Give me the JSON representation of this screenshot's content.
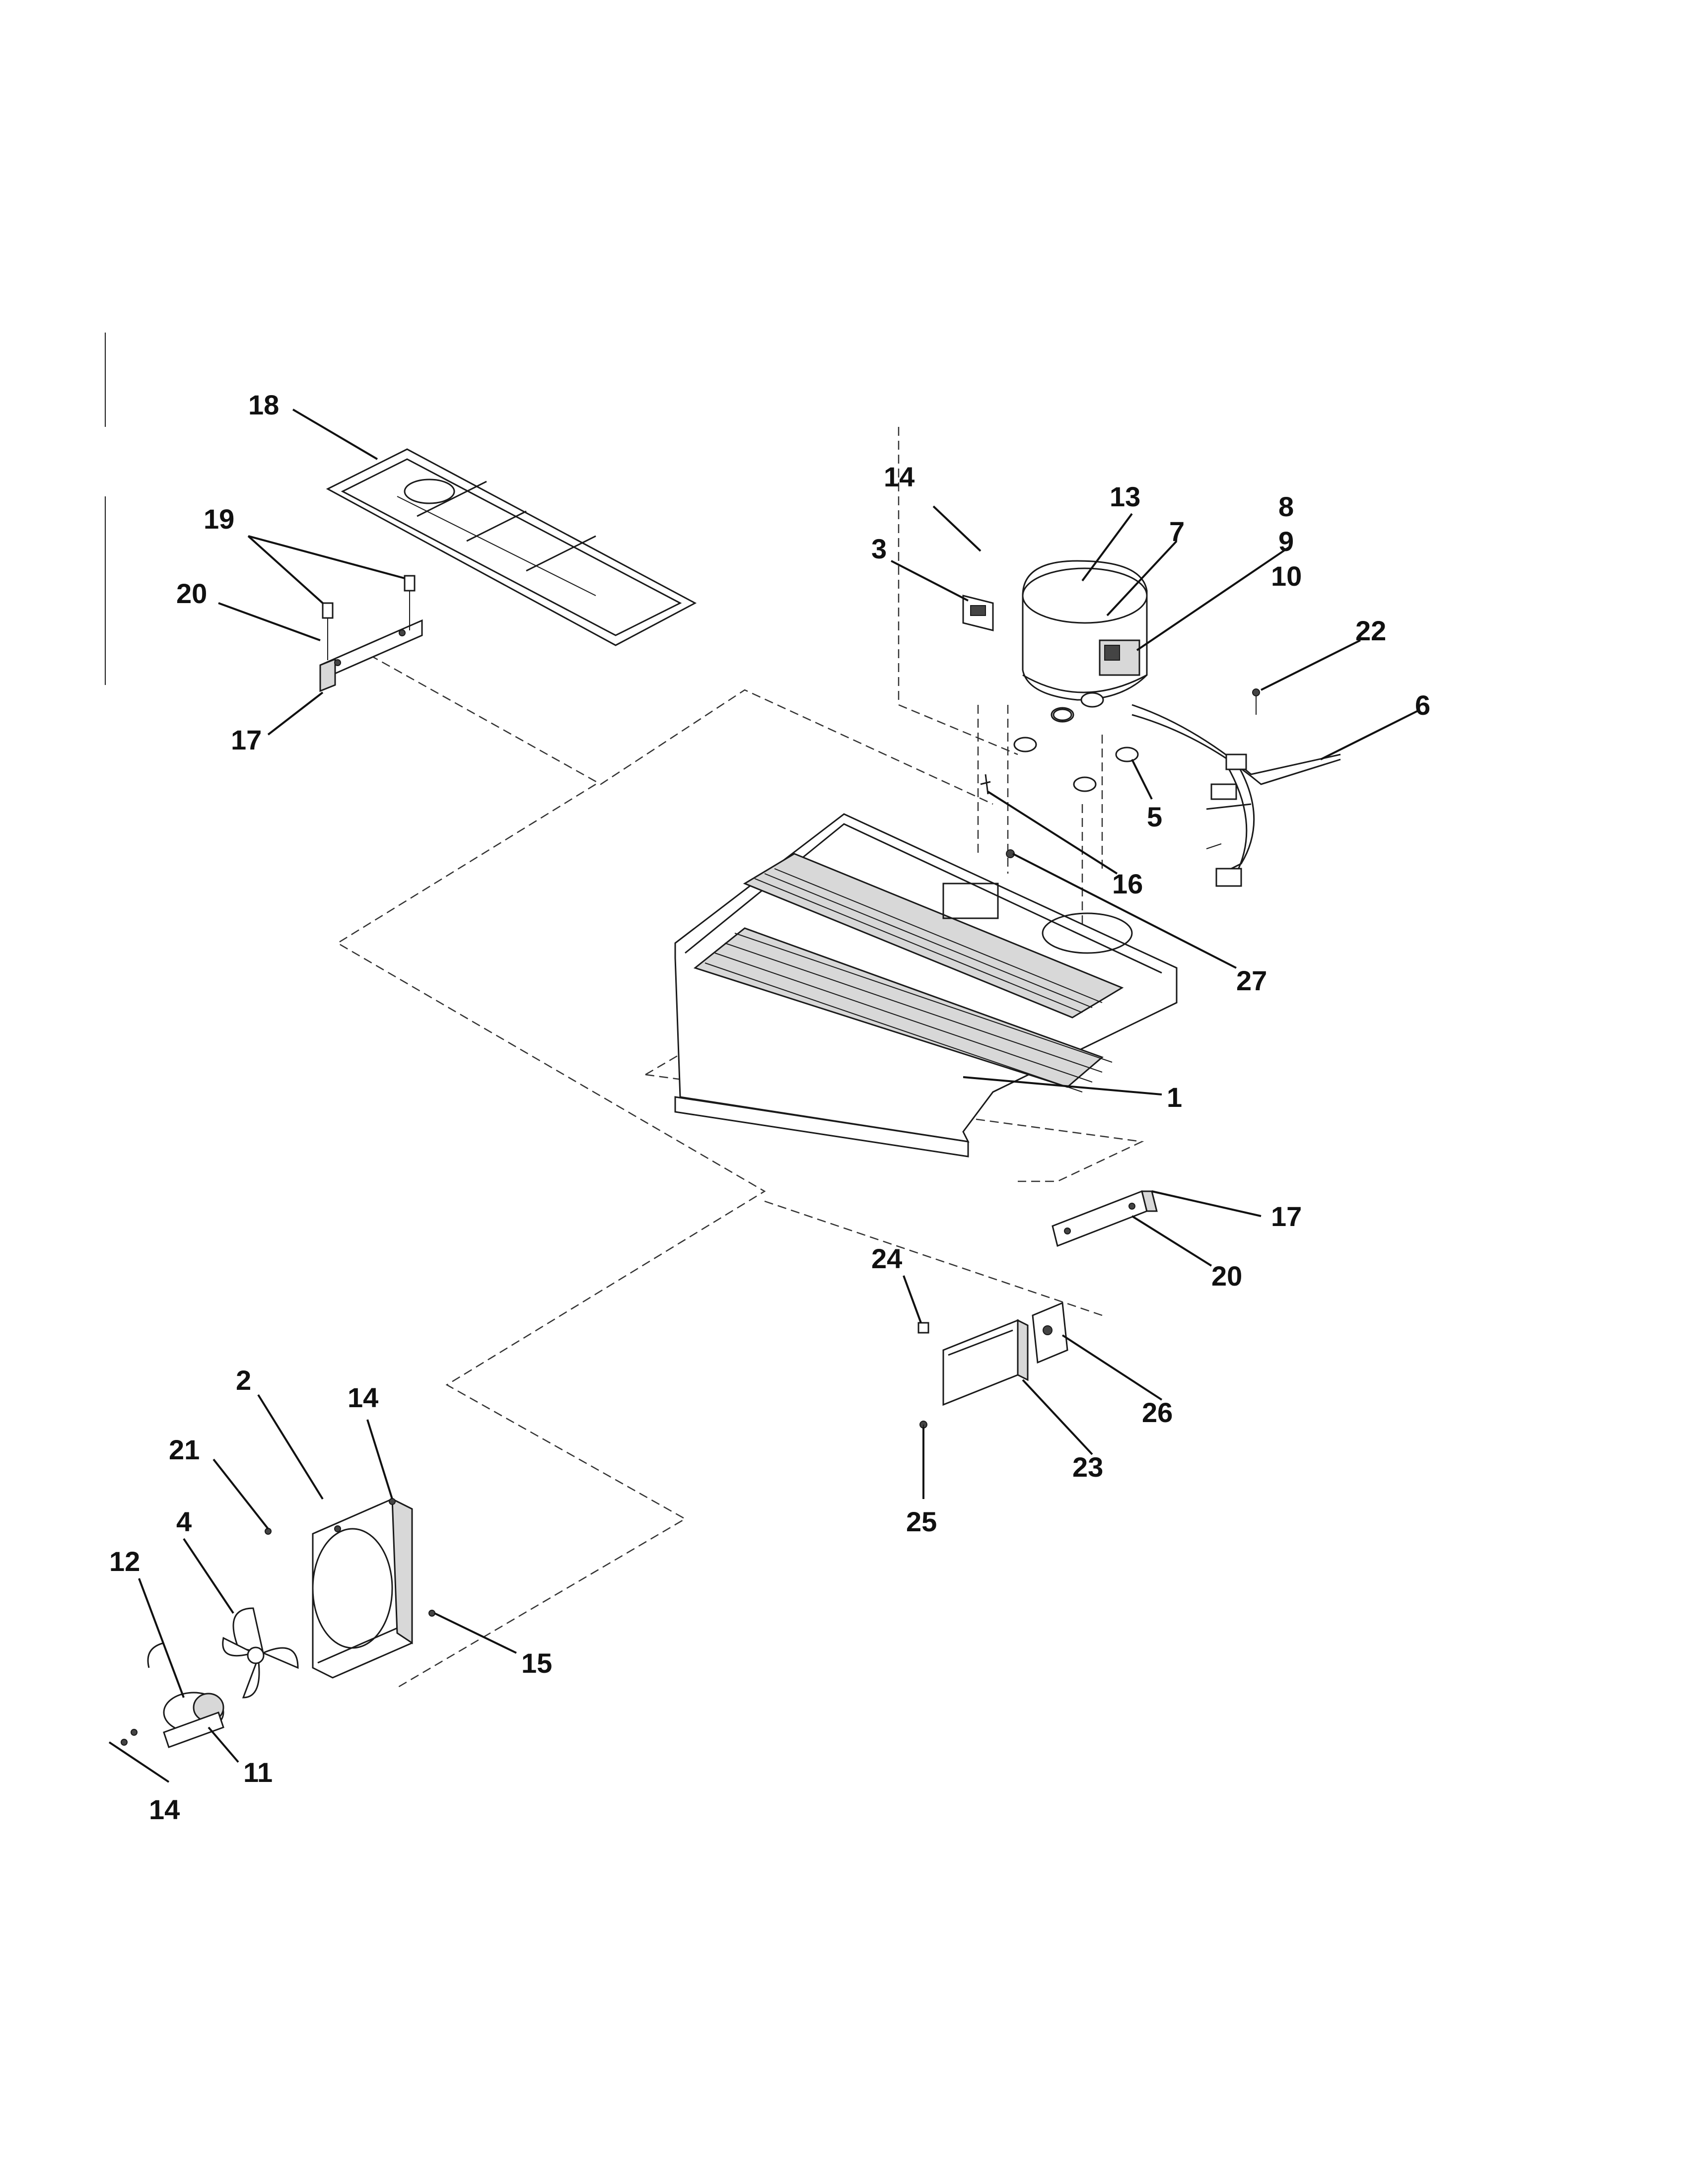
{
  "labels": {
    "l1": "1",
    "l2": "2",
    "l3": "3",
    "l4": "4",
    "l5": "5",
    "l6": "6",
    "l7": "7",
    "l8": "8",
    "l9": "9",
    "l10": "10",
    "l11": "11",
    "l12": "12",
    "l13": "13",
    "l14a": "14",
    "l14b": "14",
    "l14c": "14",
    "l15": "15",
    "l16": "16",
    "l17a": "17",
    "l17b": "17",
    "l18": "18",
    "l19": "19",
    "l20a": "20",
    "l20b": "20",
    "l21": "21",
    "l22": "22",
    "l23": "23",
    "l24": "24",
    "l25": "25",
    "l26": "26",
    "l27": "27"
  }
}
